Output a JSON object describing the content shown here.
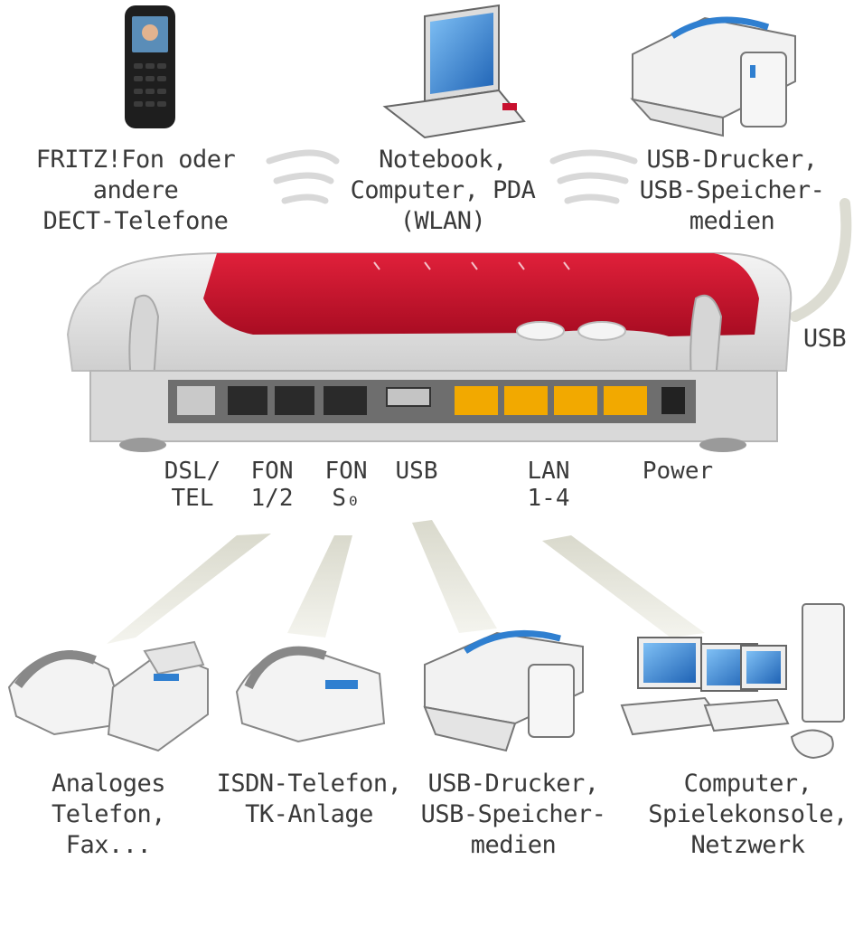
{
  "devices_top": {
    "phone": [
      "FRITZ!Fon oder",
      "andere",
      "DECT-Telefone"
    ],
    "notebook": [
      "Notebook,",
      "Computer, PDA",
      "(WLAN)"
    ],
    "usb_printer": [
      "USB-Drucker,",
      "USB-Speicher-",
      "medien"
    ]
  },
  "usb_side_label": "USB",
  "ports": {
    "dsl": [
      "DSL/",
      "TEL"
    ],
    "fon12": [
      "FON",
      "1/2"
    ],
    "fons0": [
      "FON",
      "S₀"
    ],
    "usb": [
      "USB"
    ],
    "lan": [
      "LAN",
      "1-4"
    ],
    "power": [
      "Power"
    ]
  },
  "devices_bottom": {
    "analog": [
      "Analoges",
      "Telefon,",
      "Fax..."
    ],
    "isdn": [
      "ISDN-Telefon,",
      "TK-Anlage"
    ],
    "usb_printer": [
      "USB-Drucker,",
      "USB-Speicher-",
      "medien"
    ],
    "computer": [
      "Computer,",
      "Spielekonsole,",
      "Netzwerk"
    ]
  },
  "colors": {
    "router_red": "#c8102e",
    "router_body": "#e6e6e6",
    "lan_port": "#f2a900",
    "screen_blue": "#2f7fd0"
  }
}
